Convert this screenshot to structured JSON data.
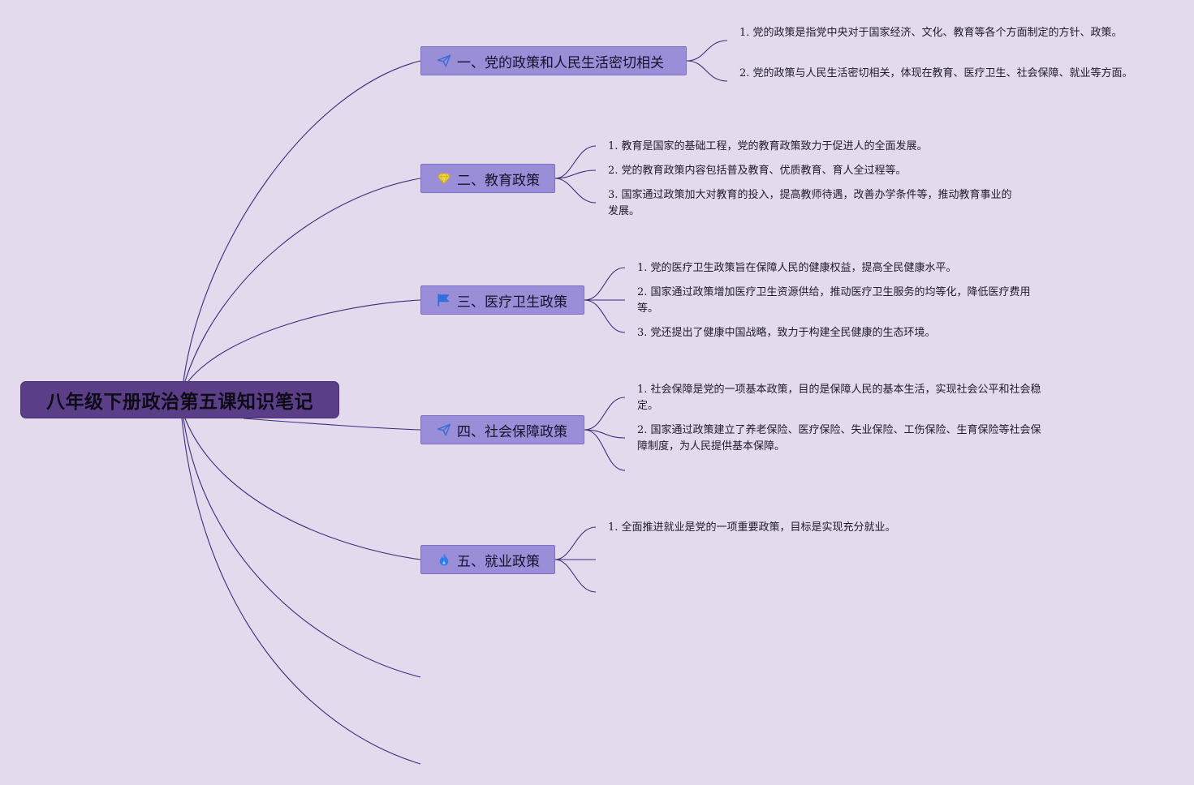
{
  "root": {
    "title": "八年级下册政治第五课知识笔记"
  },
  "branches": [
    {
      "label": "一、党的政策和人民生活密切相关",
      "icon": "paper-plane-icon",
      "items": [
        "1. 党的政策是指党中央对于国家经济、文化、教育等各个方面制定的方针、政策。",
        "2. 党的政策与人民生活密切相关，体现在教育、医疗卫生、社会保障、就业等方面。"
      ]
    },
    {
      "label": "二、教育政策",
      "icon": "diamond-icon",
      "items": [
        "1. 教育是国家的基础工程，党的教育政策致力于促进人的全面发展。",
        "2. 党的教育政策内容包括普及教育、优质教育、育人全过程等。",
        "3. 国家通过政策加大对教育的投入，提高教师待遇，改善办学条件等，推动教育事业的发展。"
      ]
    },
    {
      "label": "三、医疗卫生政策",
      "icon": "flag-icon",
      "items": [
        "1. 党的医疗卫生政策旨在保障人民的健康权益，提高全民健康水平。",
        "2. 国家通过政策增加医疗卫生资源供给，推动医疗卫生服务的均等化，降低医疗费用等。",
        "3. 党还提出了健康中国战略，致力于构建全民健康的生态环境。"
      ]
    },
    {
      "label": "四、社会保障政策",
      "icon": "paper-plane-icon",
      "items": [
        "1. 社会保障是党的一项基本政策，目的是保障人民的基本生活，实现社会公平和社会稳定。",
        "2. 国家通过政策建立了养老保险、医疗保险、失业保险、工伤保险、生育保险等社会保障制度，为人民提供基本保障。"
      ]
    },
    {
      "label": "五、就业政策",
      "icon": "flame-icon",
      "items": [
        "1. 全面推进就业是党的一项重要政策，目标是实现充分就业。"
      ]
    }
  ]
}
